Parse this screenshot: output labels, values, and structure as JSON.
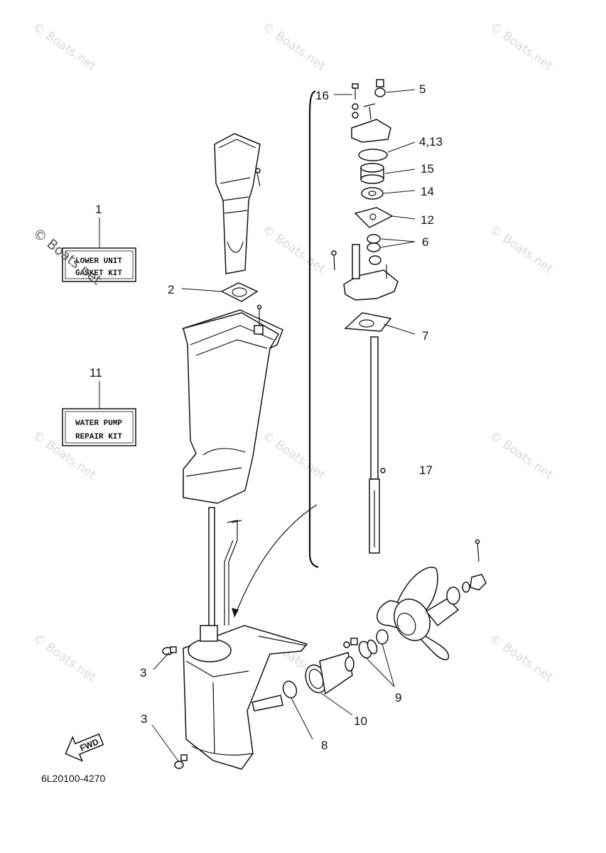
{
  "watermark": "© Boats.net",
  "part_number": "6L20100-4270",
  "fwd_label": "FWD",
  "kits": {
    "gasket_kit": {
      "number": "1",
      "line1": "LOWER UNIT",
      "line2": "GASKET KIT"
    },
    "water_pump_kit": {
      "number": "11",
      "line1": "WATER PUMP",
      "line2": "REPAIR KIT"
    }
  },
  "callouts": {
    "c2": "2",
    "c3a": "3",
    "c3b": "3",
    "c4_13": "4,13",
    "c5": "5",
    "c6": "6",
    "c7": "7",
    "c8": "8",
    "c9": "9",
    "c10": "10",
    "c12": "12",
    "c14": "14",
    "c15": "15",
    "c16": "16",
    "c17": "17"
  }
}
